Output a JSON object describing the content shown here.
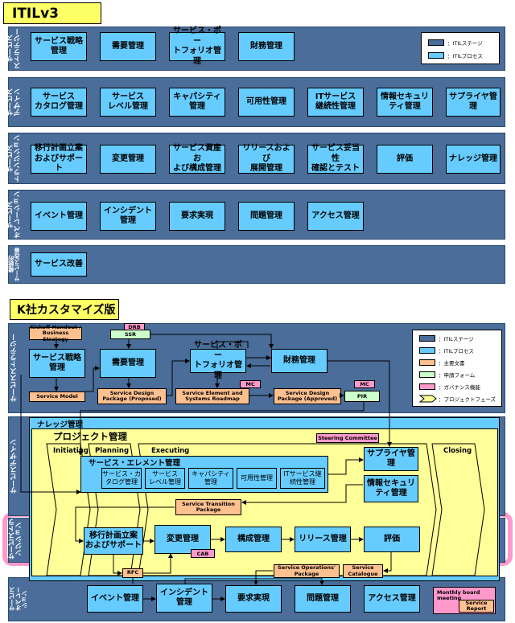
{
  "top": {
    "title": "ITILv3",
    "rows": [
      {
        "label": "サービス\nストラテジー",
        "items": [
          "サービス戦略\n管理",
          "需要管理",
          "サービス・ポー\nトフォリオ管理",
          "財務管理"
        ]
      },
      {
        "label": "サービス\nデザイン",
        "items": [
          "サービス\nカタログ管理",
          "サービス\nレベル管理",
          "キャパシティ\n管理",
          "可用性管理",
          "ITサービス\n継続性管理",
          "情報セキュリ\nティ管理",
          "サプライヤ管理"
        ]
      },
      {
        "label": "サービス\nトランジション",
        "items": [
          "移行計画立案\nおよびサポート",
          "変更管理",
          "サービス資産お\nよび構成管理",
          "リリースおよび\n展開管理",
          "サービス妥当性\n確認とテスト",
          "評価",
          "ナレッジ管理"
        ]
      },
      {
        "label": "サービス\nオペレーション",
        "items": [
          "イベント管理",
          "インシデント\n管理",
          "要求実現",
          "問題管理",
          "アクセス管理"
        ]
      },
      {
        "label": "継続的\nサービス改善",
        "items": [
          "サービス改善"
        ]
      }
    ],
    "legend": [
      "：ITILステージ",
      "：ITILプロセス"
    ]
  },
  "bottom": {
    "title": "K社カスタマイズ版",
    "lanes": [
      "サービスストラテジー",
      "サービスデザイン",
      "サービストラ\nンジション",
      "サービス\nオペレー\nション"
    ],
    "strategy": {
      "kickoff": "Kickoff Handout /\nBusiness Strategy",
      "drb": "DRB",
      "ssr": "SSR",
      "strategy_mgmt": "サービス戦略\n管理",
      "demand_mgmt": "需要管理",
      "portfolio_mgmt": "サービス・ポー\nトフォリオ管理",
      "finance_mgmt": "財務管理",
      "service_model": "Service Model",
      "sdp_proposed": "Service Design\nPackage (Proposed)",
      "roadmap": "Service Element and\nSystems Roadmap",
      "mc1": "MC",
      "sdp_approved": "Service Design\nPackage (Approved)",
      "mc2": "MC",
      "pir": "PIR"
    },
    "design": {
      "knowledge": "ナレッジ管理",
      "project": "プロジェクト管理",
      "steering": "Steering Committee",
      "phases": [
        "Initiating",
        "Planning",
        "Executing",
        "Closing"
      ],
      "element_mgmt": "サービス・エレメント管理",
      "elements": [
        "サービス・カ\nタログ管理",
        "サービス\nレベル管理",
        "キャパシティ\n管理",
        "可用性管理",
        "ITサービス継\n続性管理"
      ],
      "supplier": "サプライヤ管理",
      "security": "情報セキュリ\nティ管理",
      "transition_pkg": "Service Transition\nPackage"
    },
    "transition": {
      "planning": "移行計画立案\nおよびサポート",
      "change": "変更管理",
      "cab": "CAB",
      "config": "構成管理",
      "release": "リリース管理",
      "evaluation": "評価",
      "rfc": "RFC",
      "ops_pkg": "Service Operations'\nPackage",
      "catalogue": "Service\nCatalogue"
    },
    "operation": {
      "items": [
        "イベント管理",
        "インシデント\n管理",
        "要求実現",
        "問題管理",
        "アクセス管理"
      ],
      "board": "Monthly board\nmeeting",
      "report": "Service\nReport"
    },
    "legend": [
      "：ITILステージ",
      "：ITILプロセス",
      "：主要文書",
      "：申請フォーム",
      "：ガバナンス機能",
      "：プロジェクトフェーズ"
    ]
  },
  "colors": {
    "stage": "#4a6d99",
    "process": "#66ccff",
    "doc": "#ffc090",
    "form": "#ccffcc",
    "gov": "#ff99cc",
    "phase": "#ffff99",
    "title": "#ffff66"
  }
}
